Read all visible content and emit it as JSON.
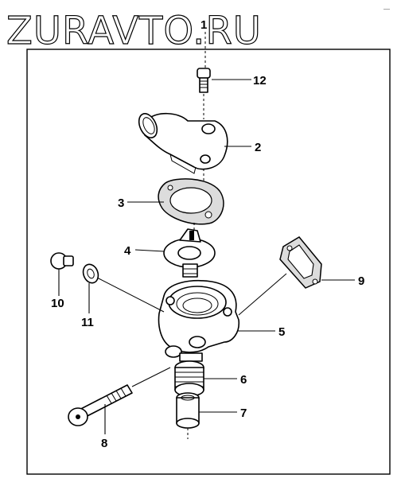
{
  "watermark": "ZURAVTO.RU",
  "callouts": {
    "c1": "1",
    "c2": "2",
    "c3": "3",
    "c4": "4",
    "c5": "5",
    "c6": "6",
    "c7": "7",
    "c8": "8",
    "c9": "9",
    "c10": "10",
    "c11": "11",
    "c12": "12"
  },
  "corner_mark": "—"
}
